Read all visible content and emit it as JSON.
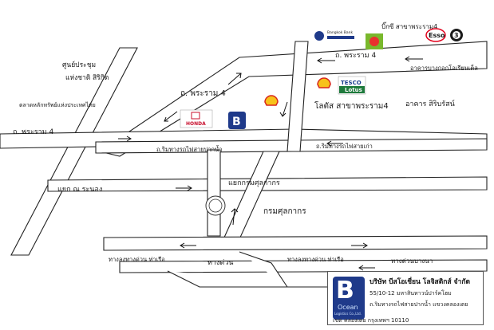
{
  "roads": {
    "rama4_top": "ถ. พระราม 4",
    "rama4_mid": "ถ. พระราม 4",
    "rama4_left": "ถ. พระราม 4",
    "rail_road_left": "ถ.ริมทางรถไฟสายปากน้ำ",
    "rail_road_right": "ถ.ริมทางรถไฟสายเก่า",
    "junction_left": "ทางลงทางด่วน ท่าเรือ",
    "junction_right": "ทางลงทางด่วน ท่าเรือ",
    "expressway": "ทางด่วน",
    "bangna_expressway": "ทางด่วนบางนา"
  },
  "places": {
    "qsncc": "ศูนย์ประชุม\nแห่งชาติ สิริกิต",
    "stock_exchange": "ตลาดหลักทรัพย์แห่งประเทศไทย",
    "big_c": "บิ๊กซี สาขาพระราม4",
    "bangkok_bank": "Bangkok Bank",
    "esso": "Esso",
    "oriental_building": "อาคารบางกอกโอเรียนเต็ล",
    "siri_building": "อาคาร สิริบรัสน์",
    "lotus_branch": "โลตัส สาขาพระราม4",
    "honda": "HONDA",
    "rama4_junction": "แยก ณ ระนอง",
    "customs_junction": "แยกกรมศุลกากร",
    "customs_dept": "กรมศุลกากร",
    "tesco_lotus_top": "TESCO",
    "tesco_lotus_bottom": "Lotus",
    "b_logo": "B"
  },
  "company": {
    "name": "บริษัท บีสโอเชี่ยน โลจิสติกส์ จำกัด",
    "address_line1": "55/10-12 มหาสินทาวน์ปาร์คโฮม",
    "address_line2": "ถ.ริมทางรถไฟสายปากน้ำ แขวงคลองเตย",
    "address_line3": "เขต คลองเตย กรุงเทพฯ 10110",
    "logo_letter": "B",
    "logo_word": "Ocean",
    "logo_sub": "Logistics Co.,Ltd."
  },
  "colors": {
    "road_stroke": "#222222",
    "shell_red": "#d8261c",
    "shell_yellow": "#f7c21a",
    "lotus_green": "#1e7a3c",
    "tesco_blue": "#1a3d8f",
    "logo_blue": "#1f3a8a",
    "honda_red": "#c8102e",
    "esso_red": "#e0001b",
    "bigc_green": "#79b82c"
  }
}
